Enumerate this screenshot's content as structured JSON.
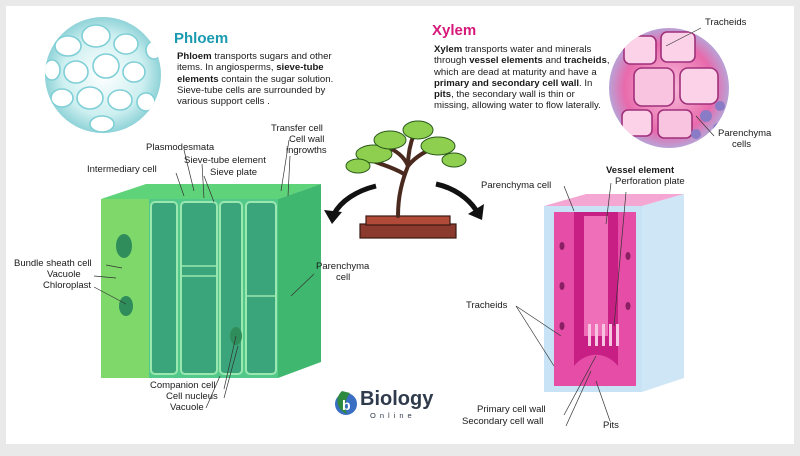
{
  "phloem": {
    "title": "Phloem",
    "description": [
      {
        "t": "Phloem",
        "b": true
      },
      {
        "t": " transports sugars and other items. In angiosperms, ",
        "b": false
      },
      {
        "t": "sieve-tube elements",
        "b": true
      },
      {
        "t": " contain the sugar solution. Sieve-tube cells are surrounded by various support cells .",
        "b": false
      }
    ],
    "labels": {
      "plasmodesmata": "Plasmodesmata",
      "sieve_tube_element": "Sieve-tube element",
      "sieve_plate": "Sieve plate",
      "intermediary_cell": "Intermediary cell",
      "transfer_cell": "Transfer cell",
      "cell_wall_ingrowths_1": "Cell wall",
      "cell_wall_ingrowths_2": "ingrowths",
      "bundle_sheath_cell": "Bundle sheath cell",
      "vacuole": "Vacuole",
      "chloroplast": "Chloroplast",
      "parenchyma_cell_1": "Parenchyma",
      "parenchyma_cell_2": "cell",
      "companion_cell": "Companion cell",
      "cell_nucleus": "Cell nucleus",
      "vacuole_bottom": "Vacuole"
    },
    "colors": {
      "wall": "#7fd37f",
      "dark": "#2f8f5a",
      "cell": "#4fb389"
    }
  },
  "xylem": {
    "title": "Xylem",
    "description": [
      {
        "t": "Xylem",
        "b": true
      },
      {
        "t": " transports water and minerals through ",
        "b": false
      },
      {
        "t": "vessel elements",
        "b": true
      },
      {
        "t": " and ",
        "b": false
      },
      {
        "t": "tracheids",
        "b": true
      },
      {
        "t": ", which are dead at maturity and have a ",
        "b": false
      },
      {
        "t": "primary and secondary cell wall",
        "b": true
      },
      {
        "t": ". In ",
        "b": false
      },
      {
        "t": "pits",
        "b": true
      },
      {
        "t": ", the secondary wall is thin or missing, allowing water to flow laterally.",
        "b": false
      }
    ],
    "labels": {
      "tracheids_top": "Tracheids",
      "parenchyma_cells_1": "Parenchyma",
      "parenchyma_cells_2": "cells",
      "parenchyma_cell": "Parenchyma cell",
      "vessel_element": "Vessel element",
      "perforation_plate": "Perforation plate",
      "tracheids": "Tracheids",
      "primary_cell_wall": "Primary cell wall",
      "secondary_cell_wall": "Secondary cell wall",
      "pits": "Pits"
    },
    "colors": {
      "title": "#d6197a",
      "wall": "#e23f9d",
      "light": "#f4a6d4"
    }
  },
  "logo": {
    "name": "Biology",
    "sub": "Online"
  }
}
